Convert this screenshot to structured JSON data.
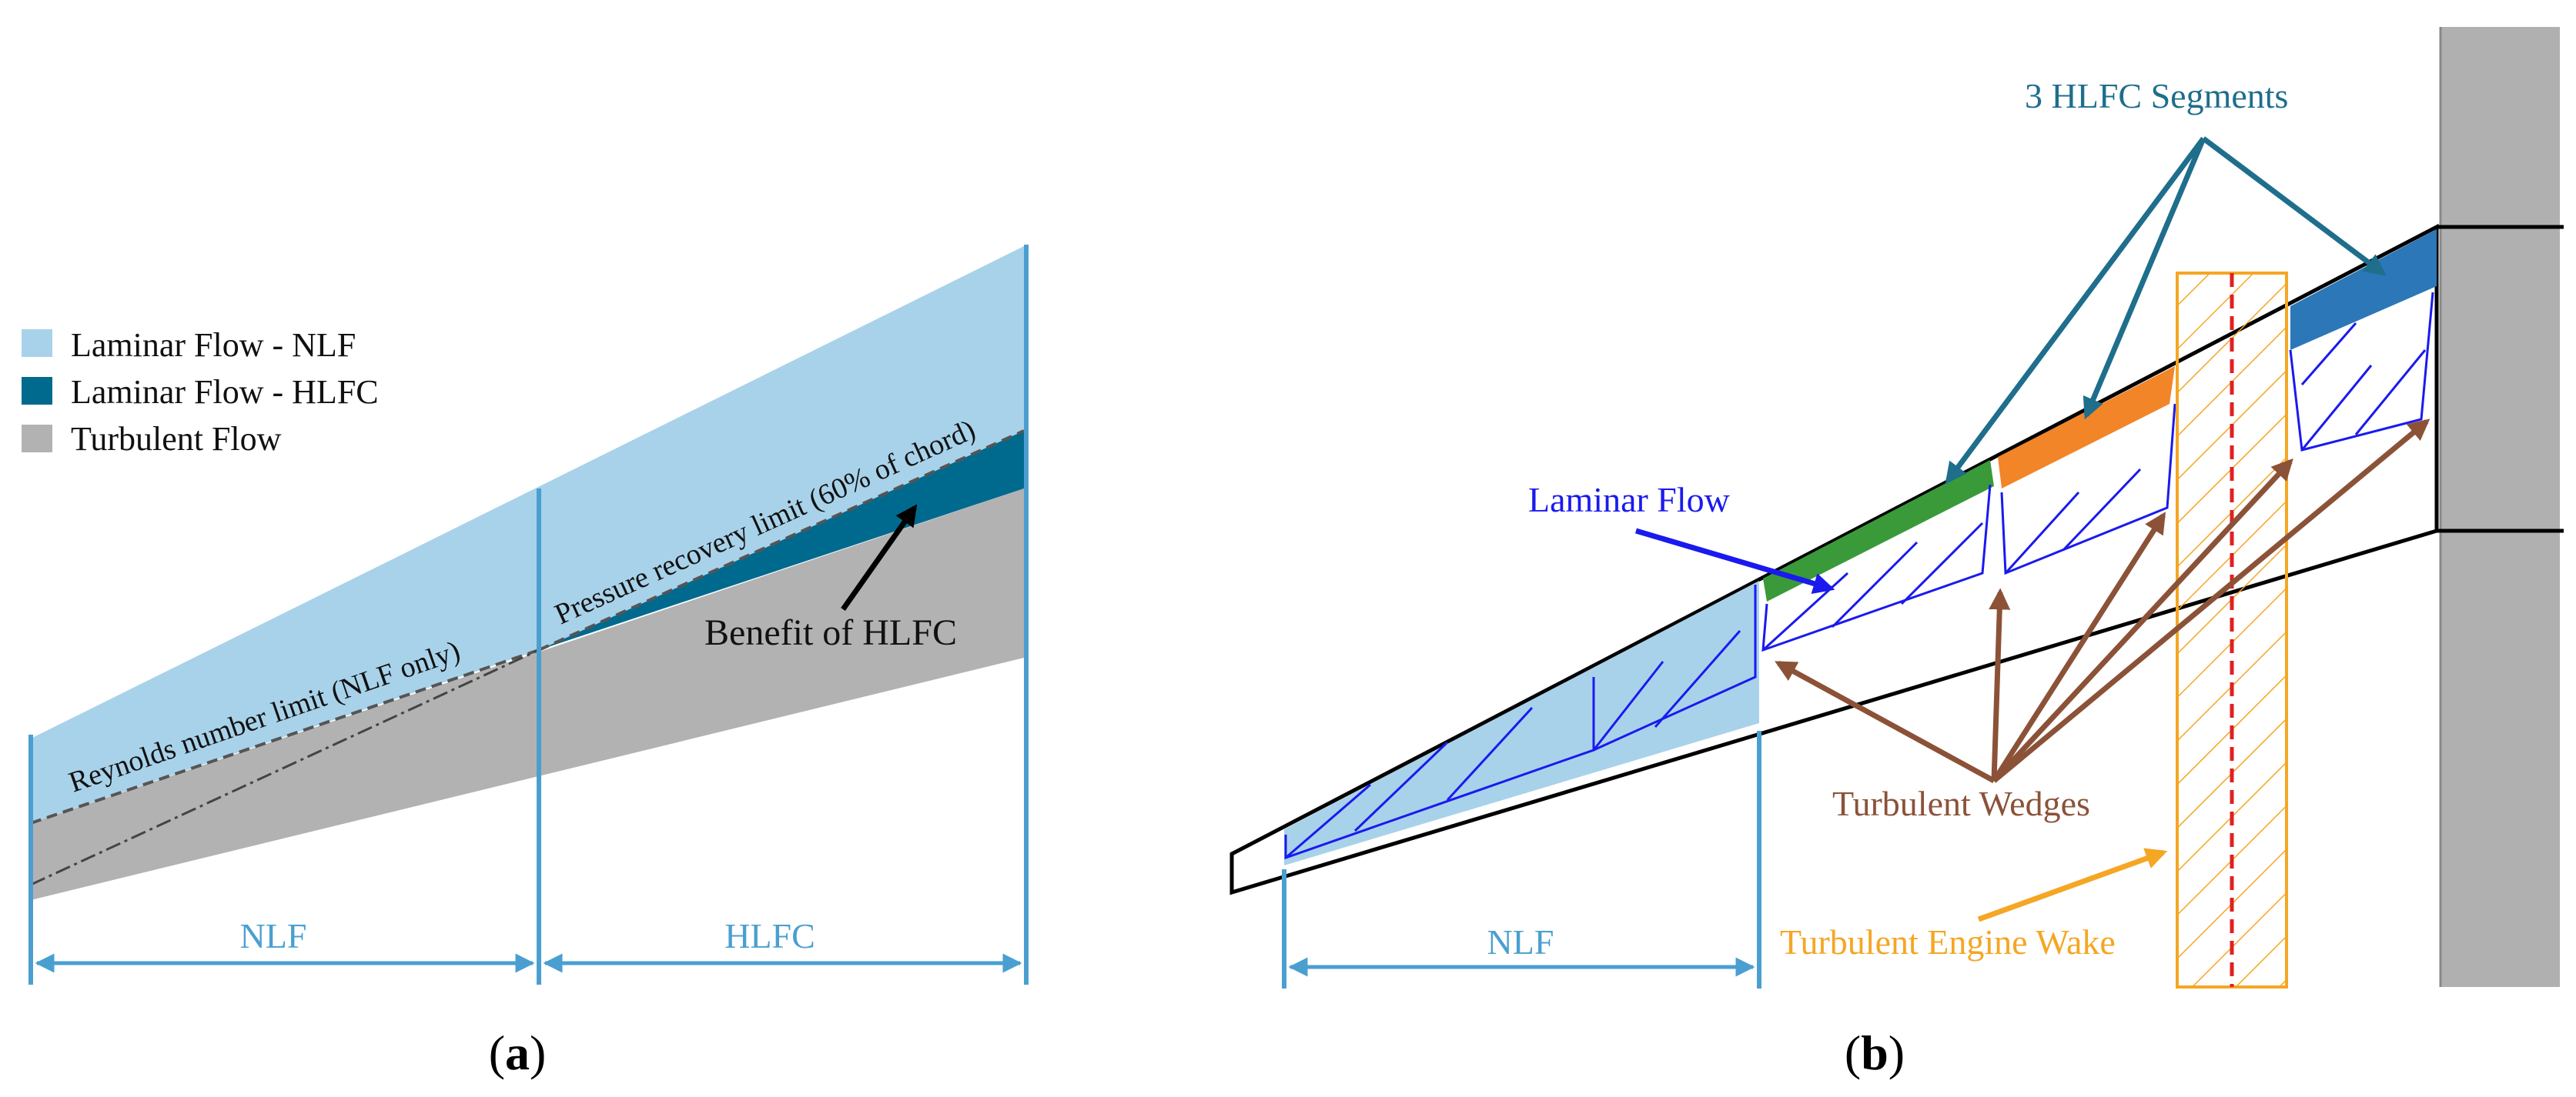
{
  "panel_a": {
    "caption_open": "(",
    "caption_letter": "a",
    "caption_close": ")",
    "legend": [
      {
        "label": "Laminar Flow - NLF",
        "color": "#a8d2ea"
      },
      {
        "label": "Laminar Flow - HLFC",
        "color": "#006a8e"
      },
      {
        "label": "Turbulent Flow",
        "color": "#b2b2b2"
      }
    ],
    "reynolds_label": "Reynolds number limit (NLF only)",
    "pressure_label": "Pressure recovery limit (60% of chord)",
    "benefit_label": "Benefit of HLFC",
    "nlf_label": "NLF",
    "hlfc_label": "HLFC"
  },
  "panel_b": {
    "caption_open": "(",
    "caption_letter": "b",
    "caption_close": ")",
    "segments_label": "3 HLFC Segments",
    "laminar_label": "Laminar Flow",
    "wedges_label": "Turbulent Wedges",
    "wake_label": "Turbulent Engine Wake",
    "nlf_label": "NLF"
  },
  "colors": {
    "nlf": "#a8d2ea",
    "hlfc": "#006a8e",
    "turbulent": "#b2b2b2",
    "dimension": "#4a9fd0",
    "segment_teal": "#1e6e8c",
    "wedge_brown": "#8b5238",
    "wake_orange": "#f5a623",
    "laminar_blue": "#1a1aee",
    "segment_green": "#3a9a3a",
    "segment_orange": "#f28528",
    "segment_blue": "#2b77b8",
    "fuselage": "#b0b0b0"
  }
}
